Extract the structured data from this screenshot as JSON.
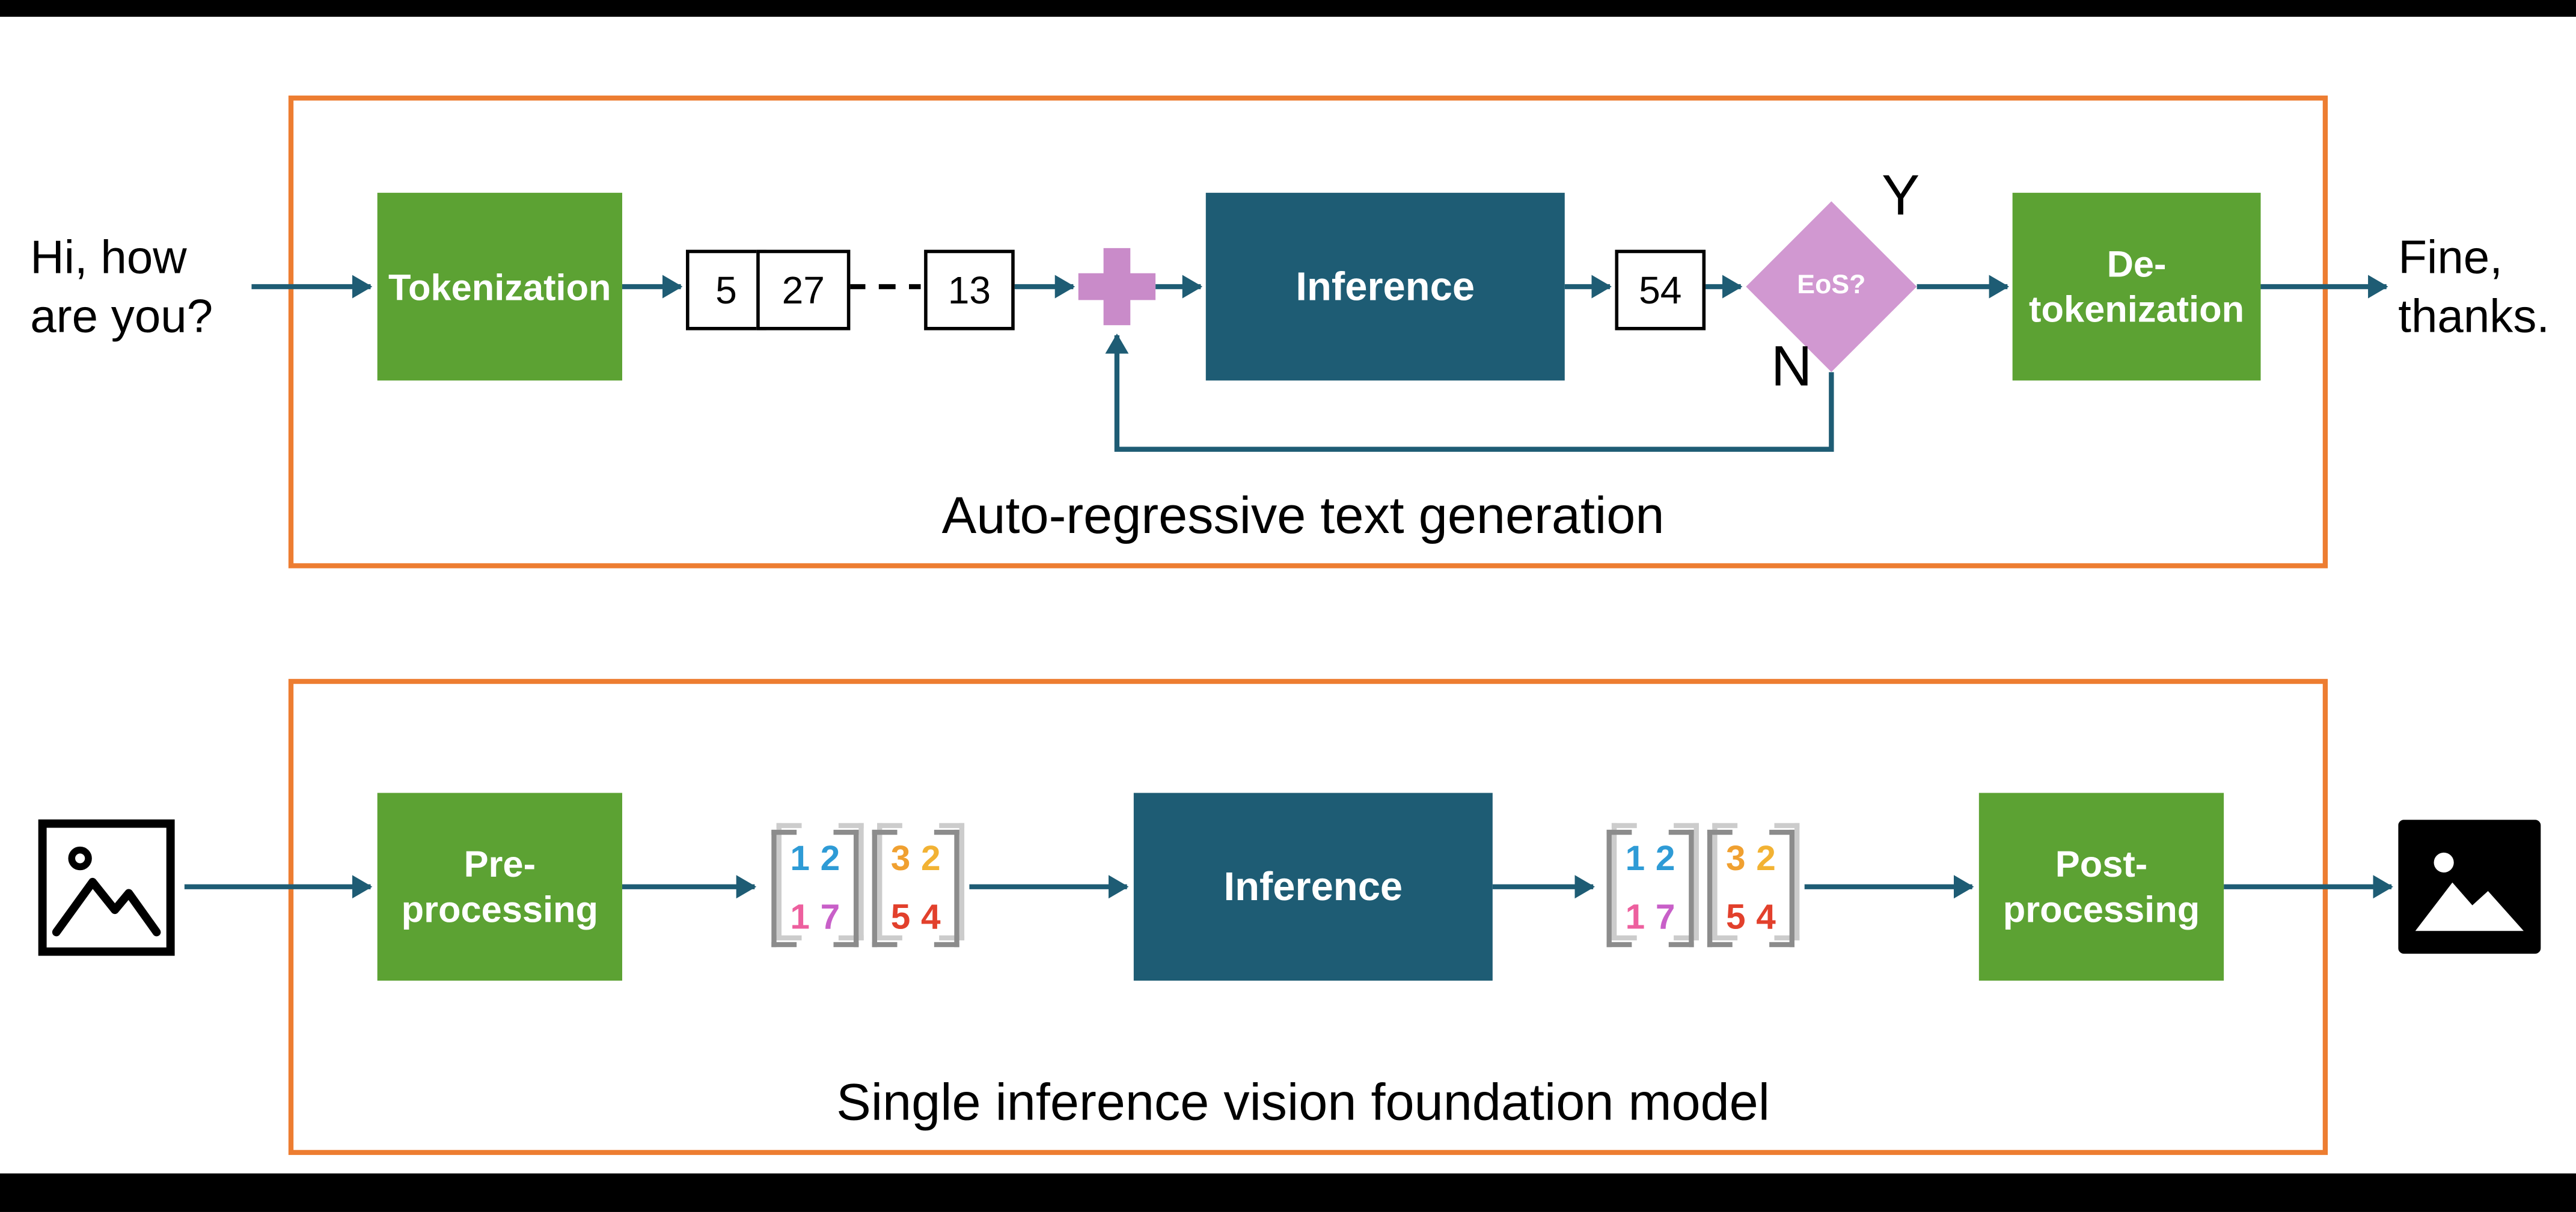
{
  "colors": {
    "box_green": "#5CA233",
    "box_teal": "#1E5C74",
    "frame_orange": "#ED7D31",
    "arrow_teal": "#1E5C74",
    "plus_plum": "#C98BC9",
    "diamond_plum": "#D198D1",
    "bracket_gray": "#8C8C8C",
    "letterbox_black": "#000000"
  },
  "icons": {
    "input_image": "picture-outline-icon",
    "output_image": "picture-filled-icon",
    "combine": "plus-icon"
  },
  "top_diagram": {
    "caption": "Auto-regressive text generation",
    "input_line1": "Hi, how",
    "input_line2": "are you?",
    "tokenization_label": "Tokenization",
    "token1": "5",
    "token2": "27",
    "token3": "13",
    "inference_label": "Inference",
    "output_token": "54",
    "eos_label": "EoS?",
    "branch_yes": "Y",
    "branch_no": "N",
    "detok_line1": "De-",
    "detok_line2": "tokenization",
    "output_line1": "Fine,",
    "output_line2": "thanks."
  },
  "bottom_diagram": {
    "caption": "Single inference vision foundation model",
    "pre_line1": "Pre-",
    "pre_line2": "processing",
    "inference_label": "Inference",
    "post_line1": "Post-",
    "post_line2": "processing",
    "matrix_a": {
      "cells": [
        {
          "v": "1",
          "c": "#2E9BD6"
        },
        {
          "v": "2",
          "c": "#2E9BD6"
        },
        {
          "v": "1",
          "c": "#ED5F9E"
        },
        {
          "v": "7",
          "c": "#C85FC8"
        }
      ]
    },
    "matrix_b": {
      "cells": [
        {
          "v": "3",
          "c": "#F0A030"
        },
        {
          "v": "2",
          "c": "#F2B233"
        },
        {
          "v": "5",
          "c": "#E2402C"
        },
        {
          "v": "4",
          "c": "#E2402C"
        }
      ]
    }
  }
}
